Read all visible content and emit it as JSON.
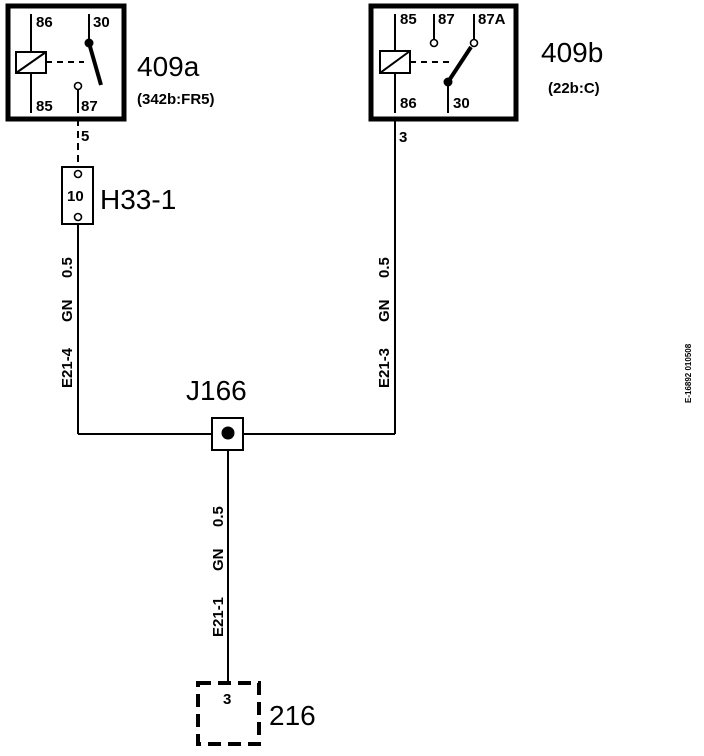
{
  "relay_409a": {
    "label": "409a",
    "ref": "(342b:FR5)",
    "pins": {
      "p86": "86",
      "p30": "30",
      "p85": "85",
      "p87": "87"
    },
    "out_pin": "5"
  },
  "relay_409b": {
    "label": "409b",
    "ref": "(22b:C)",
    "pins": {
      "p85": "85",
      "p87": "87",
      "p87a": "87A",
      "p86": "86",
      "p30": "30"
    },
    "out_pin": "3"
  },
  "fuse": {
    "label": "H33-1",
    "value": "10"
  },
  "junction": {
    "label": "J166"
  },
  "connector": {
    "label": "216",
    "pin": "3"
  },
  "wires": {
    "left": {
      "id": "E21-4",
      "color": "GN",
      "size": "0.5"
    },
    "right": {
      "id": "E21-3",
      "color": "GN",
      "size": "0.5"
    },
    "bottom": {
      "id": "E21-1",
      "color": "GN",
      "size": "0.5"
    }
  },
  "doc_id": "E-16892 010508"
}
